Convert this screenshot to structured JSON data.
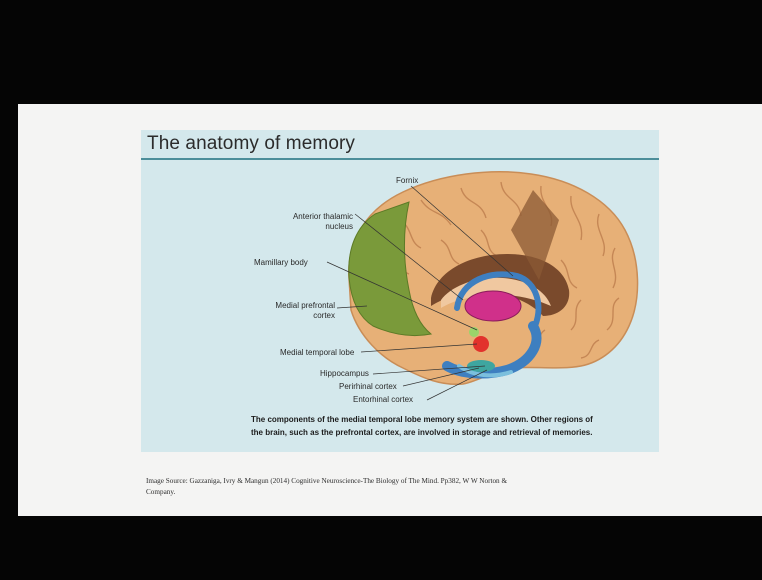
{
  "figure": {
    "title": "The anatomy of memory",
    "labels": {
      "fornix": "Fornix",
      "anterior_thalamic_1": "Anterior thalamic",
      "anterior_thalamic_2": "nucleus",
      "mamillary_body": "Mamillary body",
      "medial_prefrontal_1": "Medial prefrontal",
      "medial_prefrontal_2": "cortex",
      "medial_temporal_lobe": "Medial temporal lobe",
      "hippocampus": "Hippocampus",
      "perirhinal_cortex": "Perirhinal cortex",
      "entorhinal_cortex": "Entorhinal cortex"
    },
    "caption_line1": "The components of the medial temporal lobe memory system are shown. Other regions of",
    "caption_line2": "the brain, such as the prefrontal cortex, are involved in storage and retrieval of memories."
  },
  "source_line1": "Image Source: Gazzaniga, Ivry & Mangun (2014) Cognitive Neuroscience-The Biology of The Mind. Pp382, W W Norton &",
  "source_line2": "Company.",
  "colors": {
    "background": "#050505",
    "slide": "#f4f4f3",
    "figure_bg": "#d4e8ec",
    "title_rule": "#4c8e9a",
    "cortex": "#e7b077",
    "prefrontal": "#7a9a3a",
    "hippocampus": "#3e7fc0",
    "thalamus": "#d0308a"
  }
}
